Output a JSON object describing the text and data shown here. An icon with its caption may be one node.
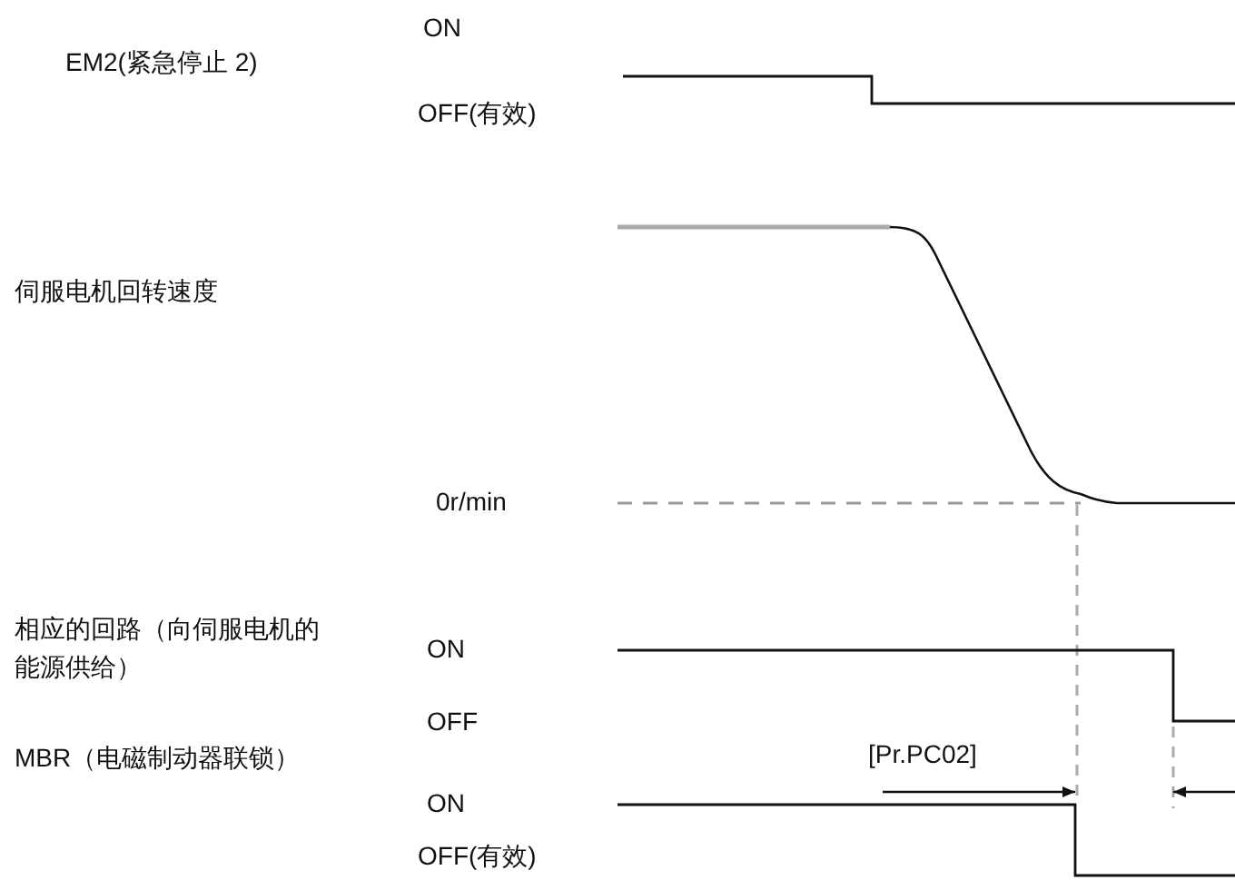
{
  "diagram": {
    "labels": [
      "ON",
      "EM2(紧急停止 2)",
      "OFF(有效)",
      "伺服电机回转速度",
      "0r/min",
      "相应的回路（向伺服电机的能源供给）",
      "ON",
      "OFF",
      "MBR（电磁制动器联锁）",
      "[Pr.PC02]",
      "ON",
      "OFF(有效)"
    ]
  }
}
